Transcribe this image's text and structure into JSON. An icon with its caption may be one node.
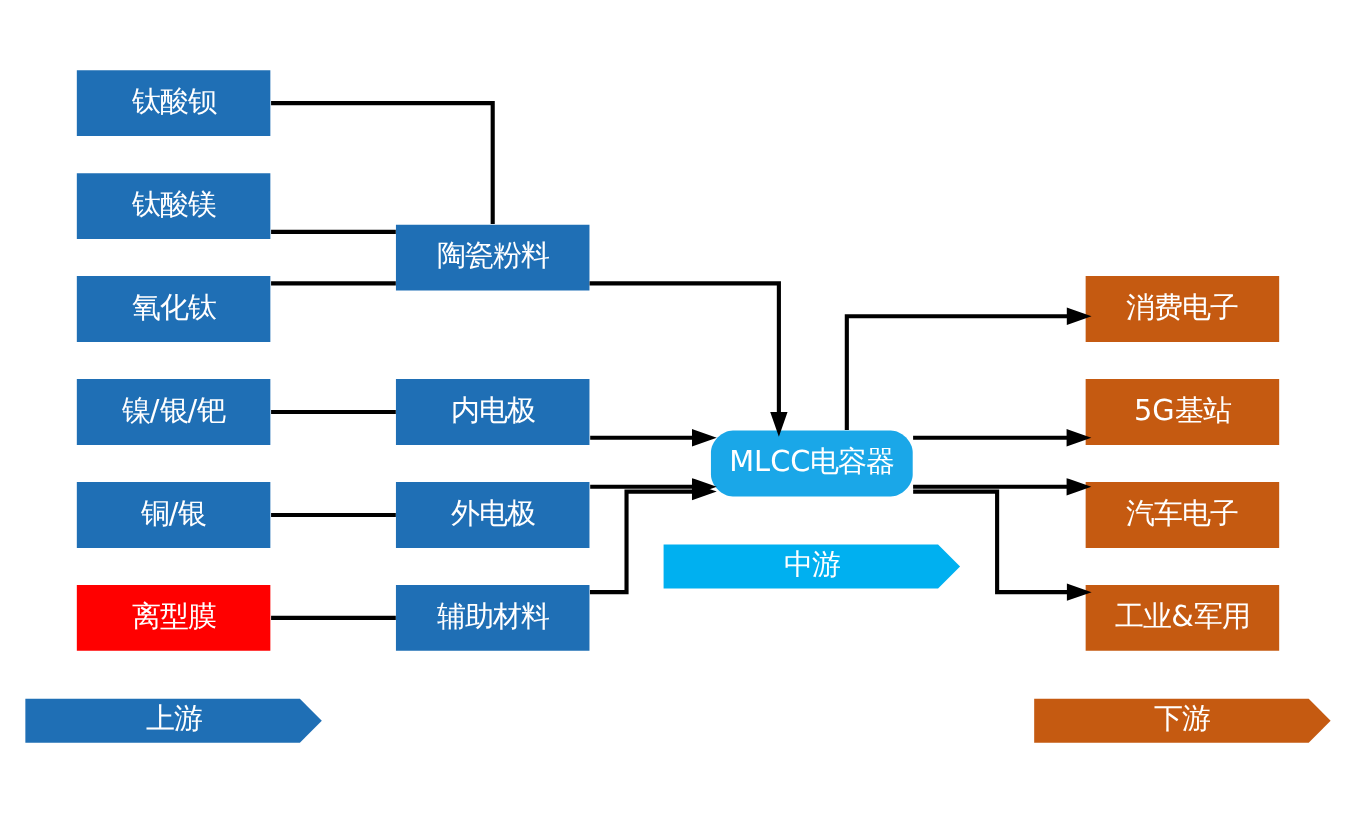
{
  "diagram": {
    "nodes": [
      {
        "text": [
          "上游"
        ]
      },
      {
        "text": [
          "中游"
        ]
      },
      {
        "text": [
          "下游"
        ]
      },
      {
        "text": [
          "钛酸钡"
        ]
      },
      {
        "text": [
          "钛酸镁"
        ]
      },
      {
        "text": [
          "氧化钛"
        ]
      },
      {
        "text": [
          "陶瓷粉料"
        ]
      },
      {
        "text": [
          "镍/银/钯"
        ]
      },
      {
        "text": [
          "内电极"
        ]
      },
      {
        "text": [
          "铜/银"
        ]
      },
      {
        "text": [
          "外电极"
        ]
      },
      {
        "text": [
          "离型膜"
        ]
      },
      {
        "text": [
          "辅助材料"
        ]
      },
      {
        "text": [
          "MLCC电容器"
        ]
      },
      {
        "text": [
          "消费电子"
        ]
      },
      {
        "text": [
          "5G基站"
        ]
      },
      {
        "text": [
          "汽车电子"
        ]
      },
      {
        "text": [
          "工业&军用"
        ]
      }
    ],
    "edges": [
      {
        "from": 3,
        "to": 6,
        "arrow": "none"
      },
      {
        "from": 4,
        "to": 6,
        "arrow": "none"
      },
      {
        "from": 5,
        "to": 6,
        "arrow": "none"
      },
      {
        "from": 7,
        "to": 8,
        "arrow": "none"
      },
      {
        "from": 9,
        "to": 10,
        "arrow": "none"
      },
      {
        "from": 11,
        "to": 12,
        "arrow": "none"
      },
      {
        "from": 6,
        "to": 13,
        "arrow": "to"
      },
      {
        "from": 8,
        "to": 13,
        "arrow": "to"
      },
      {
        "from": 10,
        "to": 13,
        "arrow": "to"
      },
      {
        "from": 12,
        "to": 13,
        "arrow": "to"
      },
      {
        "from": 13,
        "to": 14,
        "arrow": "to"
      },
      {
        "from": 13,
        "to": 15,
        "arrow": "to"
      },
      {
        "from": 13,
        "to": 16,
        "arrow": "to"
      },
      {
        "from": 13,
        "to": 17,
        "arrow": "to"
      }
    ]
  }
}
